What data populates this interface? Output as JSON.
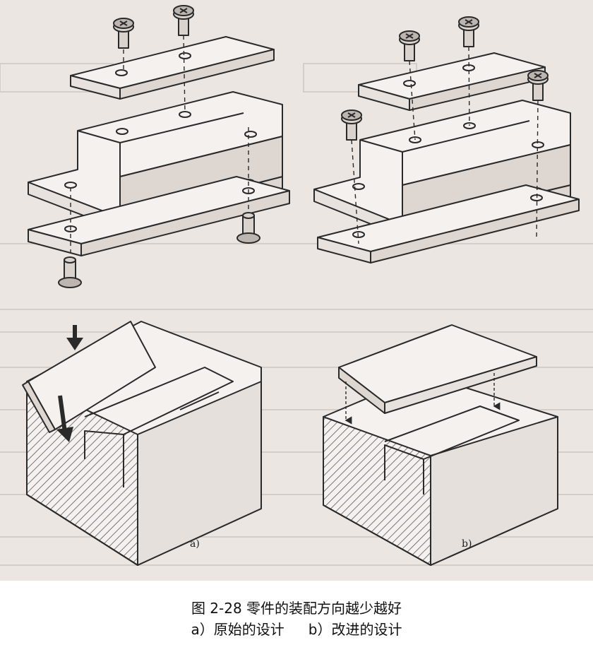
{
  "figure": {
    "label_a": "a)",
    "label_b": "b)",
    "colors": {
      "paper": "#ece6e2",
      "ink": "#2a2a2a",
      "hatch": "#5a5a5a",
      "ghost": "#cfc7c2"
    }
  },
  "caption": {
    "title": "图 2-28  零件的装配方向越少越好",
    "sub_a": "a）原始的设计",
    "sub_b": "b）改进的设计"
  }
}
